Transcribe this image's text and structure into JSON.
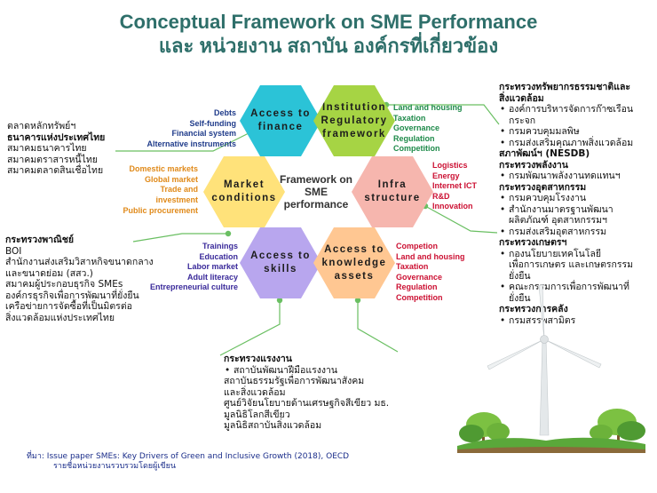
{
  "title": {
    "line1": "Conceptual Framework on SME Performance",
    "line2": "และ หน่วยงาน สถาบัน องค์กรที่เกี่ยวข้อง"
  },
  "colors": {
    "title": "#2e6f6a",
    "access_finance": "#2bc3d7",
    "institution": "#a6d444",
    "market": "#ffe27a",
    "infra": "#f6b6ae",
    "skills": "#b8a6ee",
    "knowledge": "#ffc792",
    "text_blue": "#1f3b8a",
    "text_orange": "#e08a1a",
    "text_purple": "#3a2a9a",
    "text_green": "#1e8a4a",
    "text_red": "#cc1133",
    "connector": "#6abf62"
  },
  "diagram": {
    "center_label": "Framework on\nSME\nperformance",
    "hexagons": {
      "access_finance": "Access to\nfinance",
      "institution": "Institution\nRegulatory\nframework",
      "market": "Market\nconditions",
      "infra": "Infra\nstructure",
      "skills": "Access to\nskills",
      "knowledge": "Access to\nknowledge\nassets"
    },
    "factors": {
      "finance": [
        "Debts",
        "Self-funding",
        "Financial system",
        "Alternative instruments"
      ],
      "institution": [
        "Land and housing",
        "Taxation",
        "Governance",
        "Regulation",
        "Competition"
      ],
      "market": [
        "Domestic markets",
        "Global market",
        "Trade and",
        "investment",
        "Public procurement"
      ],
      "infra": [
        "Logistics",
        "Energy",
        "Internet ICT",
        "R&D",
        "Innovation"
      ],
      "skills": [
        "Trainings",
        "Education",
        "Labor market",
        "Adult literacy",
        "Entrepreneurial culture"
      ],
      "knowledge": [
        "Competion",
        "Land and housing",
        "Taxation",
        "Governance",
        "Regulation",
        "Competition"
      ]
    }
  },
  "agencies": {
    "finance": {
      "lines": [
        "ตลาดหลักทรัพย์ฯ",
        "ธนาคารแห่งประเทศไทย",
        "สมาคมธนาคารไทย",
        "สมาคมตราสารหนี้ไทย",
        "สมาคมตลาดสินเชื่อไทย"
      ]
    },
    "commerce": {
      "heading": "กระทรวงพาณิชย์",
      "lines": [
        "BOI",
        "สำนักงานส่งเสริมวิสาหกิจขนาดกลาง",
        "และขนาดย่อม (สสว.)",
        "สมาคมผู้ประกอบธุรกิจ SMEs",
        "องค์กรธุรกิจเพื่อการพัฒนาที่ยั่งยืน",
        "เครือข่ายการจัดซื้อที่เป็นมิตรต่อ",
        "สิ่งแวดล้อมแห่งประเทศไทย"
      ]
    },
    "labour": {
      "heading": "กระทรวงแรงงาน",
      "bullet": "สถาบันพัฒนาฝีมือแรงงาน",
      "lines": [
        "สถาบันธรรมรัฐเพื่อการพัฒนาสังคม",
        "และสิ่งแวดล้อม",
        "ศูนย์วิจัยนโยบายด้านเศรษฐกิจสีเขียว มธ.",
        "มูลนิธิโลกสีเขียว",
        "มูลนิธิสถาบันสิ่งแวดล้อม"
      ]
    },
    "right": {
      "env_heading1": "กระทรวงทรัพยากรธรรมชาติและ",
      "env_heading2": "สิ่งแวดล้อม",
      "env_b1a": "องค์การบริหารจัดการก๊าซเรือน",
      "env_b1b": "กระจก",
      "env_b2": "กรมควบคุมมลพิษ",
      "env_b3": "กรมส่งเสริมคุณภาพสิ่งแวดล้อม",
      "nesdb": "สภาพัฒน์ฯ (NESDB)",
      "energy_heading": "กระทรวงพลังงาน",
      "energy_b1": "กรมพัฒนาพลังงานทดแทนฯ",
      "industry_heading": "กระทรวงอุตสาหกรรม",
      "industry_b1": "กรมควบคุมโรงงาน",
      "industry_b2a": "สำนักงานมาตรฐานพัฒนา",
      "industry_b2b": "ผลิตภัณฑ์ อุตสาหกรรมฯ",
      "industry_b3": "กรมส่งเสริมอุตสาหกรรม",
      "agri_heading": "กระทรวงเกษตรฯ",
      "agri_b1a": "กองนโยบายเทคโนโลยี",
      "agri_b1b": "เพื่อการเกษตร และเกษตรกรรม",
      "agri_b1c": "ยั่งยืน",
      "agri_b2a": "คณะกรรมการเพื่อการพัฒนาที่",
      "agri_b2b": "ยั่งยืน",
      "finance_heading": "กระทรวงการคลัง",
      "finance_b1": "กรมสรรพสามิตร"
    }
  },
  "source": {
    "line1": "ที่มา:  Issue paper  SMEs: Key Drivers of Green and Inclusive Growth (2018), OECD",
    "line2": "รายชื่อหน่วยงานรวบรวมโดยผู้เขียน"
  }
}
